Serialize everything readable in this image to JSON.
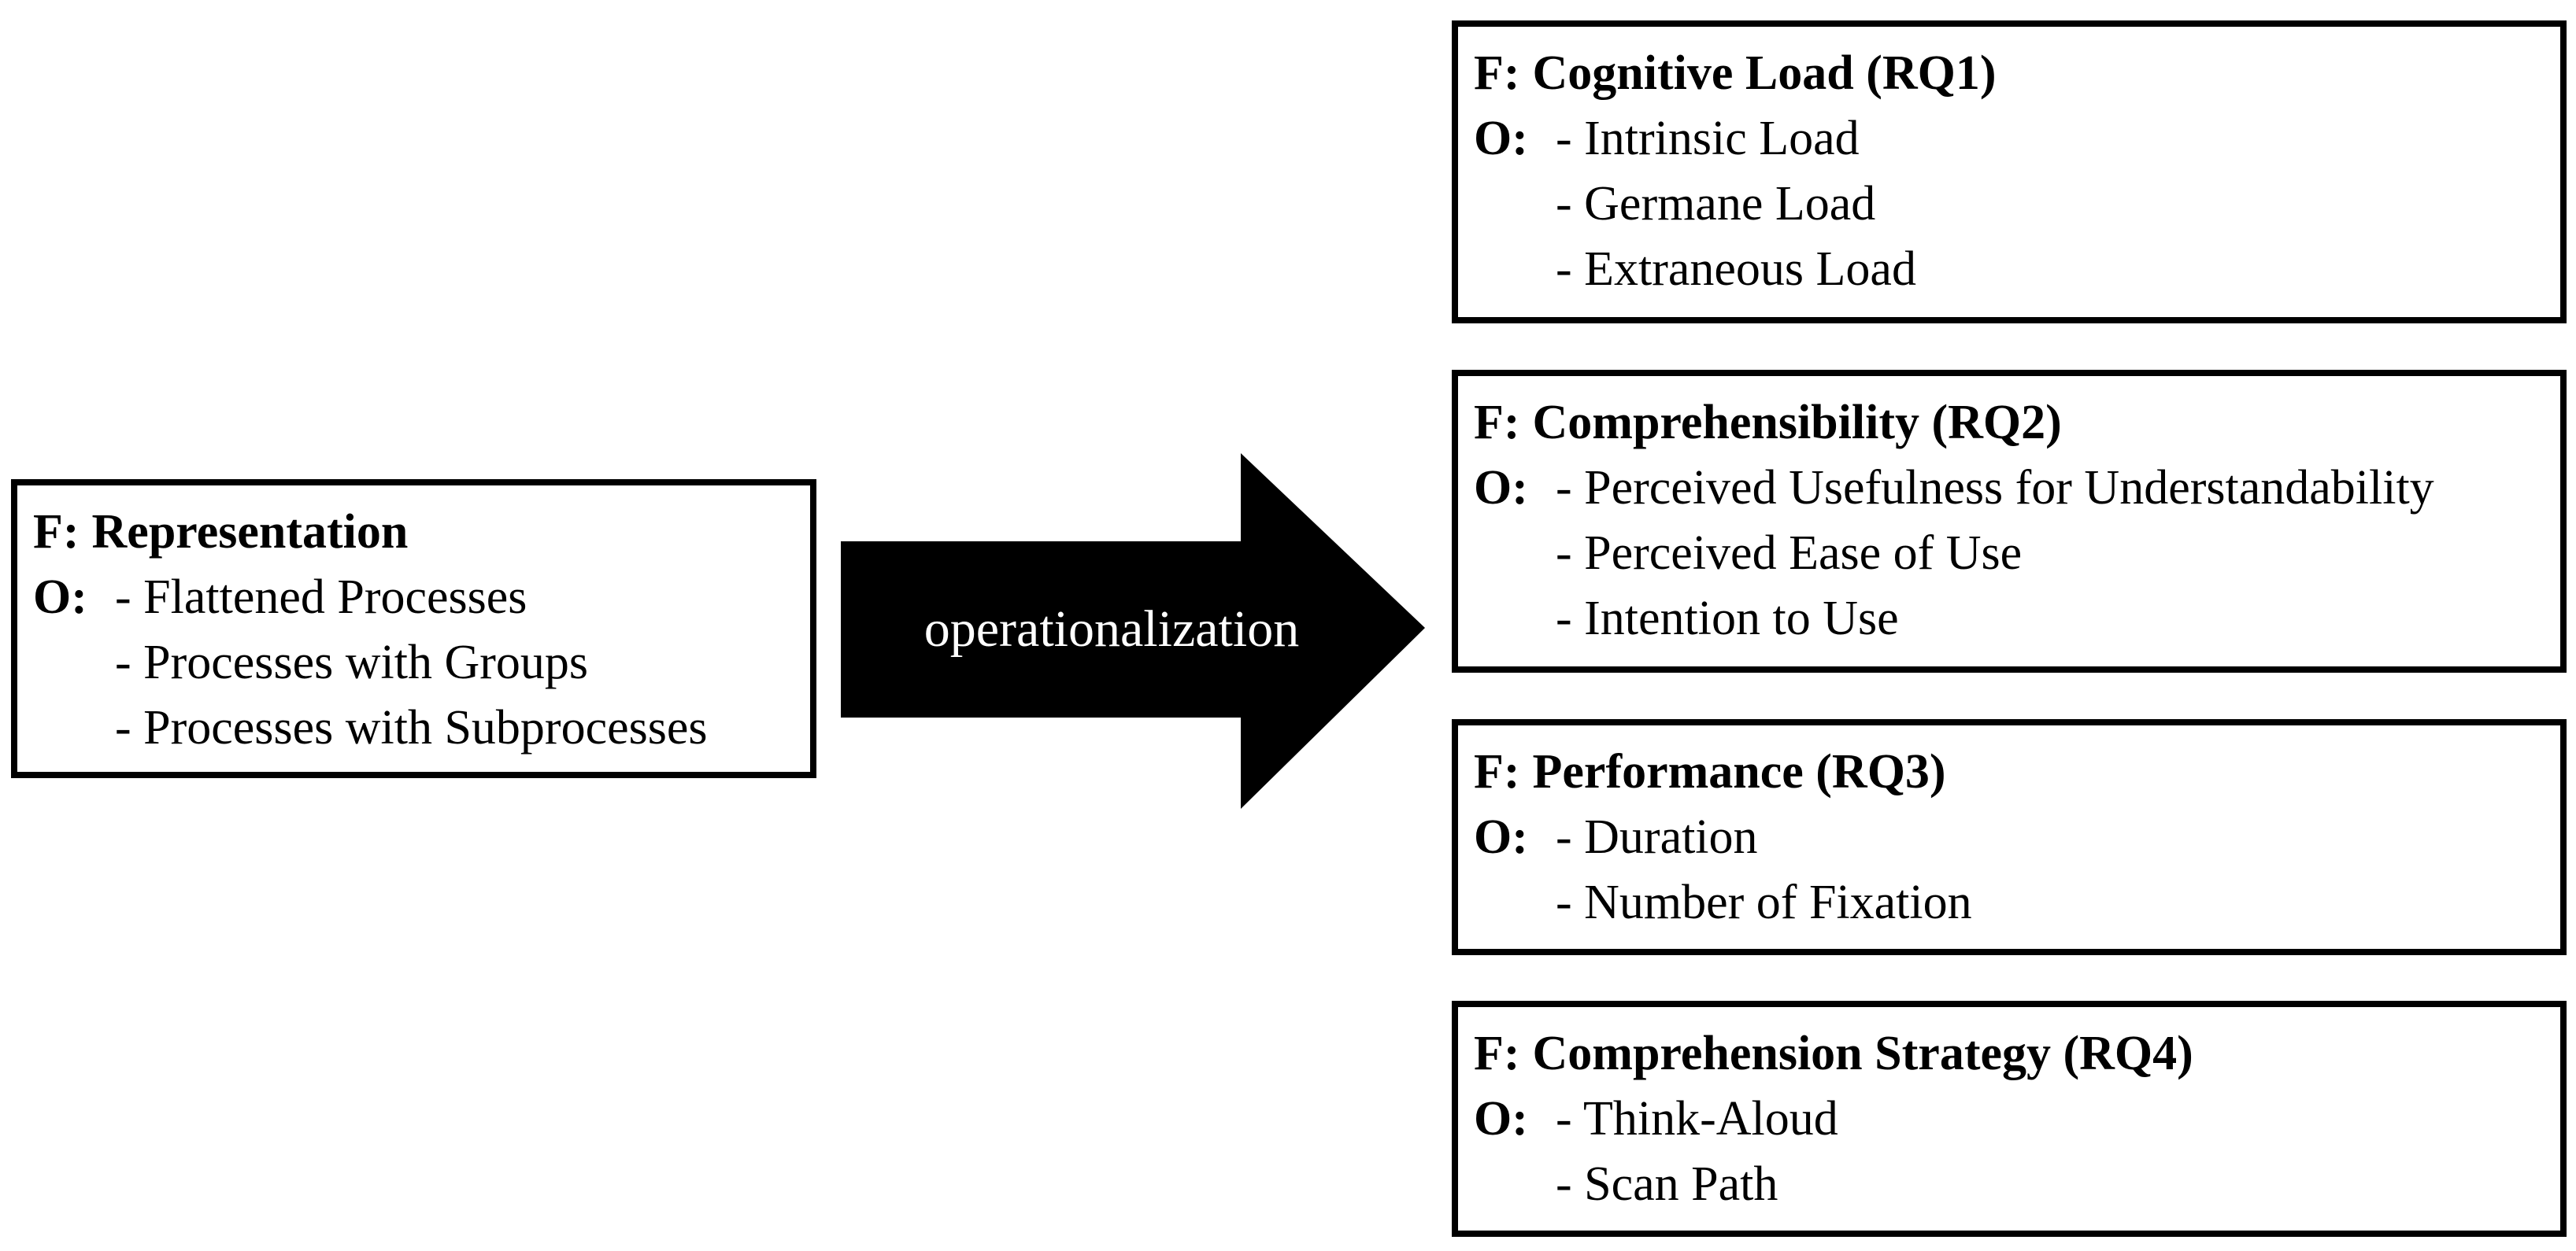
{
  "factor_prefix": "F:",
  "operationalization_prefix": "O:",
  "arrow": {
    "label": "operationalization"
  },
  "source": {
    "title": "Representation",
    "items": [
      "- Flattened Processes",
      "- Processes with Groups",
      "- Processes with Subprocesses"
    ]
  },
  "targets": [
    {
      "title": "Cognitive Load (RQ1)",
      "items": [
        "- Intrinsic Load",
        "- Germane Load",
        "- Extraneous Load"
      ]
    },
    {
      "title": "Comprehensibility (RQ2)",
      "items": [
        "- Perceived Usefulness for Understandability",
        "- Perceived Ease of Use",
        "- Intention to Use"
      ]
    },
    {
      "title": "Performance (RQ3)",
      "items": [
        "- Duration",
        "- Number of Fixation"
      ]
    },
    {
      "title": "Comprehension Strategy (RQ4)",
      "items": [
        "- Think-Aloud",
        "- Scan Path"
      ]
    }
  ]
}
